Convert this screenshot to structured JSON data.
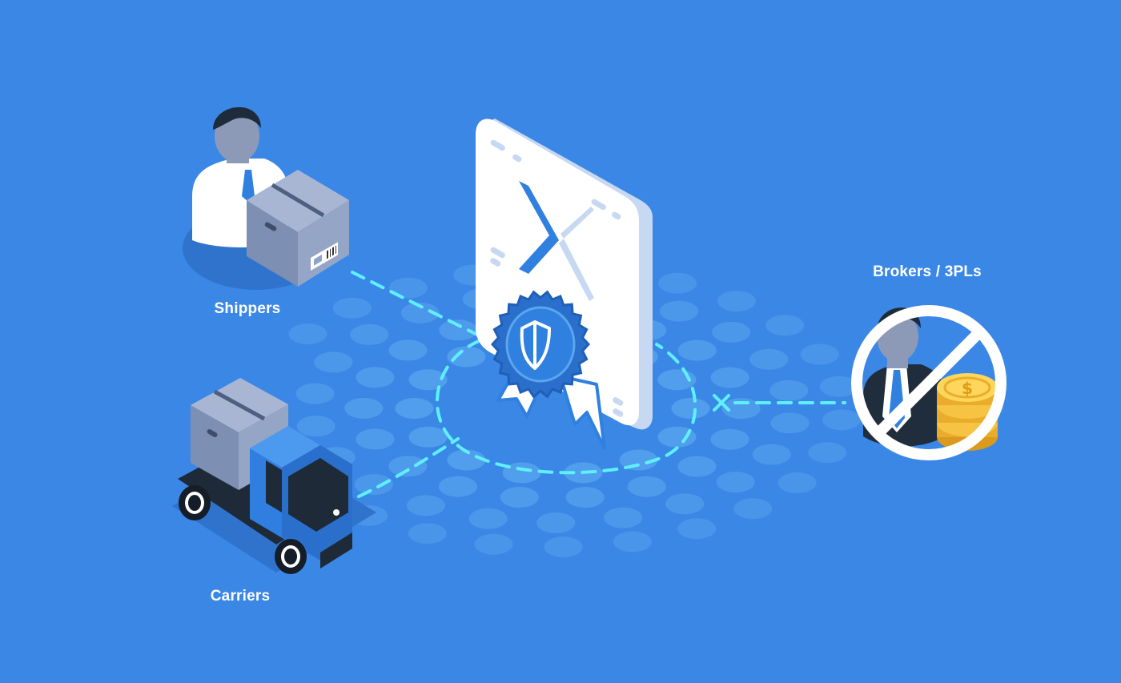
{
  "labels": {
    "shippers": "Shippers",
    "carriers": "Carriers",
    "brokers": "Brokers / 3PLs"
  },
  "colors": {
    "background": "#3b87e6",
    "dots": "#5aa6ee",
    "dashed_link": "#5ff0ff",
    "card": "#ffffff",
    "badge": "#2f80df",
    "coins": "#f6c343",
    "truck": "#2f7ee0",
    "box": "#8fa3c9"
  },
  "icons": [
    "person-icon",
    "box-icon",
    "truck-icon",
    "certificate-icon",
    "shield-icon",
    "ribbon-icon",
    "prohibited-icon",
    "coins-icon"
  ]
}
